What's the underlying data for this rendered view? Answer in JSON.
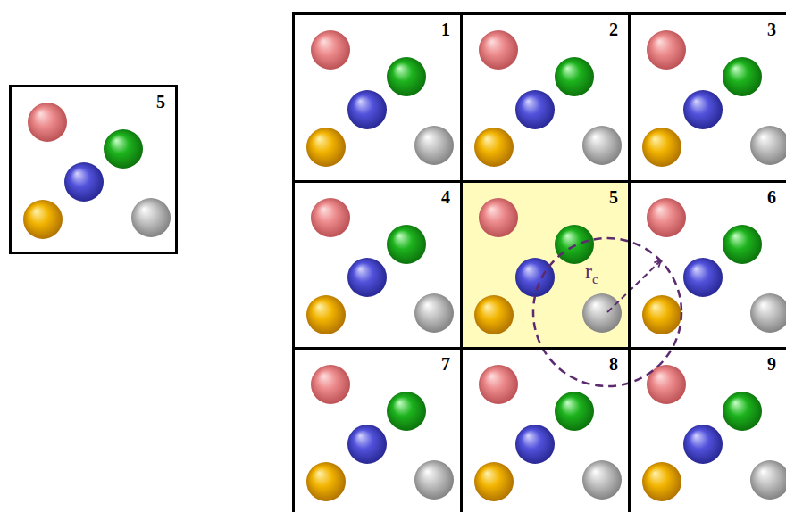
{
  "diagram": {
    "nodes": [
      {
        "text": [
          "5"
        ]
      },
      {
        "text": [
          "1"
        ]
      },
      {
        "text": [
          "2"
        ]
      },
      {
        "text": [
          "3"
        ]
      },
      {
        "text": [
          "4"
        ]
      },
      {
        "text": [
          "5"
        ]
      },
      {
        "text": [
          "6"
        ]
      },
      {
        "text": [
          "7"
        ]
      },
      {
        "text": [
          "8"
        ]
      },
      {
        "text": [
          "9"
        ]
      }
    ],
    "labels": [
      "r",
      "c"
    ]
  }
}
